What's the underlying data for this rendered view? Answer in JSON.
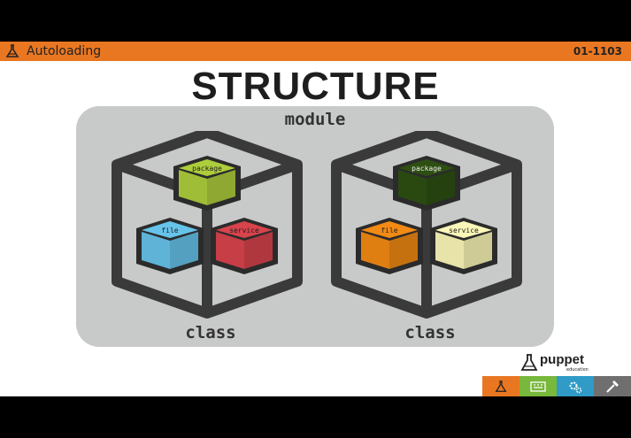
{
  "header": {
    "title": "Autoloading",
    "slide_code": "01-1103"
  },
  "slide": {
    "title": "STRUCTURE",
    "module_label": "module",
    "classes": [
      {
        "label": "class",
        "cubes": [
          {
            "label": "package",
            "color": "#aecd3c"
          },
          {
            "label": "file",
            "color": "#66c3ea"
          },
          {
            "label": "service",
            "color": "#d8434c"
          }
        ]
      },
      {
        "label": "class",
        "cubes": [
          {
            "label": "package",
            "color": "#2d4f12"
          },
          {
            "label": "file",
            "color": "#f28a14"
          },
          {
            "label": "service",
            "color": "#fbf7b8"
          }
        ]
      }
    ]
  },
  "brand": {
    "name": "puppet",
    "sub": "education"
  },
  "toolbar": [
    {
      "icon": "lab-flask-icon",
      "color": "#e97722"
    },
    {
      "icon": "keyboard-icon",
      "color": "#78b83c"
    },
    {
      "icon": "gears-icon",
      "color": "#2f9bc6"
    },
    {
      "icon": "hammer-icon",
      "color": "#6f6f6f"
    }
  ],
  "colors": {
    "accent": "#e97722",
    "frame": "#3a3a3a",
    "panel": "#c8c9c9"
  }
}
